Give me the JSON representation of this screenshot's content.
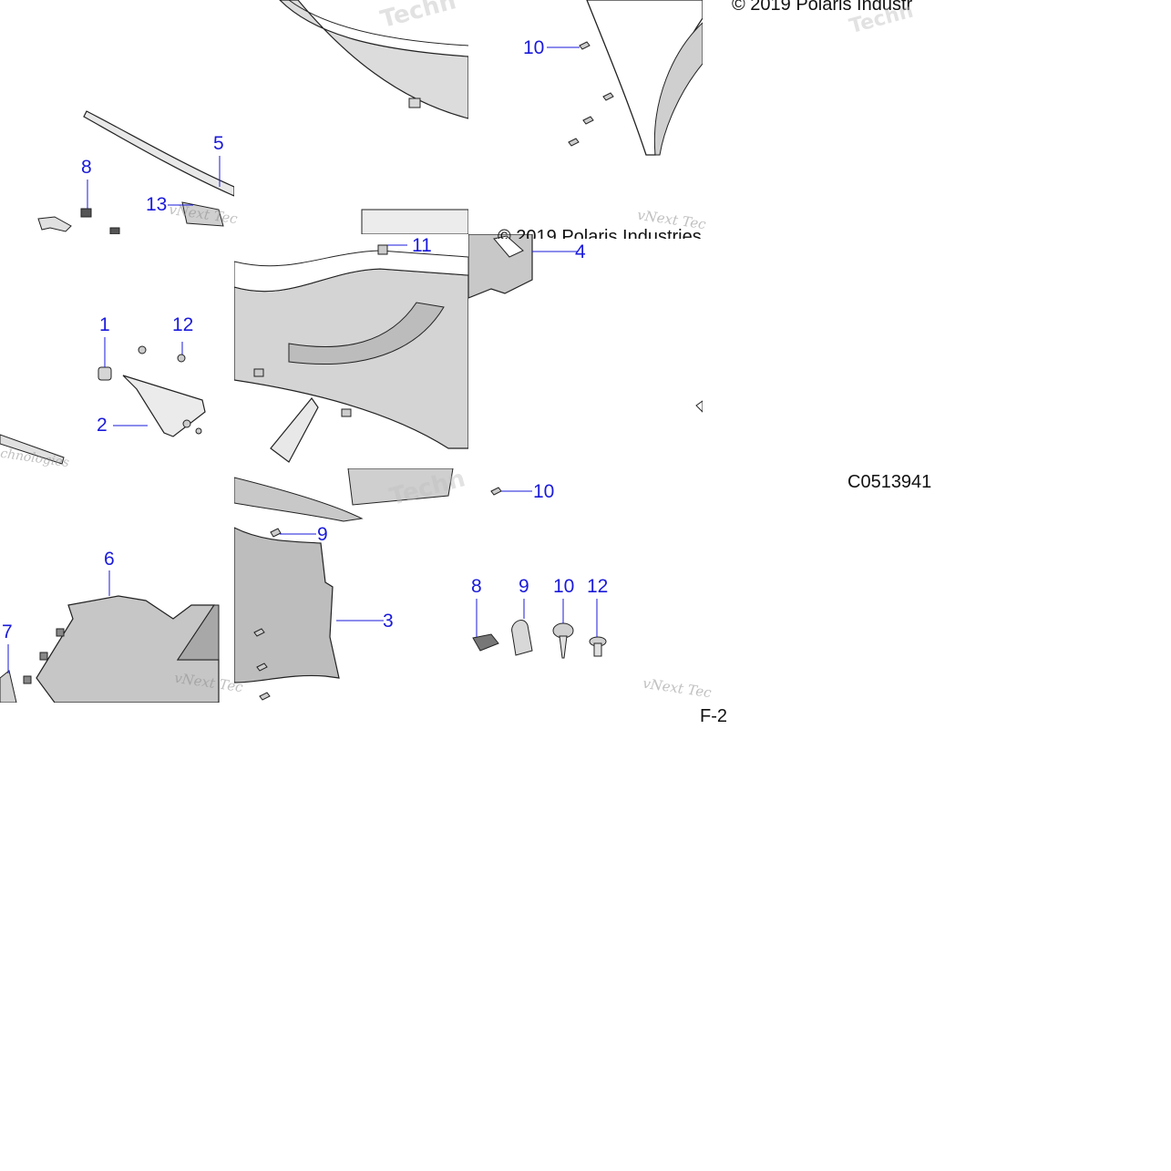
{
  "copyright": "© 2019 Polaris Industr",
  "copyright_2": "© 2019 Polaris Industries",
  "diagram_code": "C0513941",
  "page_ref": "F-2",
  "watermark": {
    "line1": "vNext Tec",
    "big": "Techn",
    "corner": "chnologies"
  },
  "callouts": [
    {
      "id": "c10a",
      "label": "10"
    },
    {
      "id": "c5",
      "label": "5"
    },
    {
      "id": "c8a",
      "label": "8"
    },
    {
      "id": "c13",
      "label": "13"
    },
    {
      "id": "c11",
      "label": "11"
    },
    {
      "id": "c4",
      "label": "4"
    },
    {
      "id": "c1",
      "label": "1"
    },
    {
      "id": "c12a",
      "label": "12"
    },
    {
      "id": "c2",
      "label": "2"
    },
    {
      "id": "c10b",
      "label": "10"
    },
    {
      "id": "c9a",
      "label": "9"
    },
    {
      "id": "c6",
      "label": "6"
    },
    {
      "id": "c7",
      "label": "7"
    },
    {
      "id": "c3",
      "label": "3"
    },
    {
      "id": "c8b",
      "label": "8"
    },
    {
      "id": "c9b",
      "label": "9"
    },
    {
      "id": "c10c",
      "label": "10"
    },
    {
      "id": "c12b",
      "label": "12"
    }
  ],
  "colors": {
    "callout": "#1a1adb",
    "part_fill": "#d0d0d0",
    "part_dark": "#a8a8a8",
    "outline": "#222222"
  }
}
